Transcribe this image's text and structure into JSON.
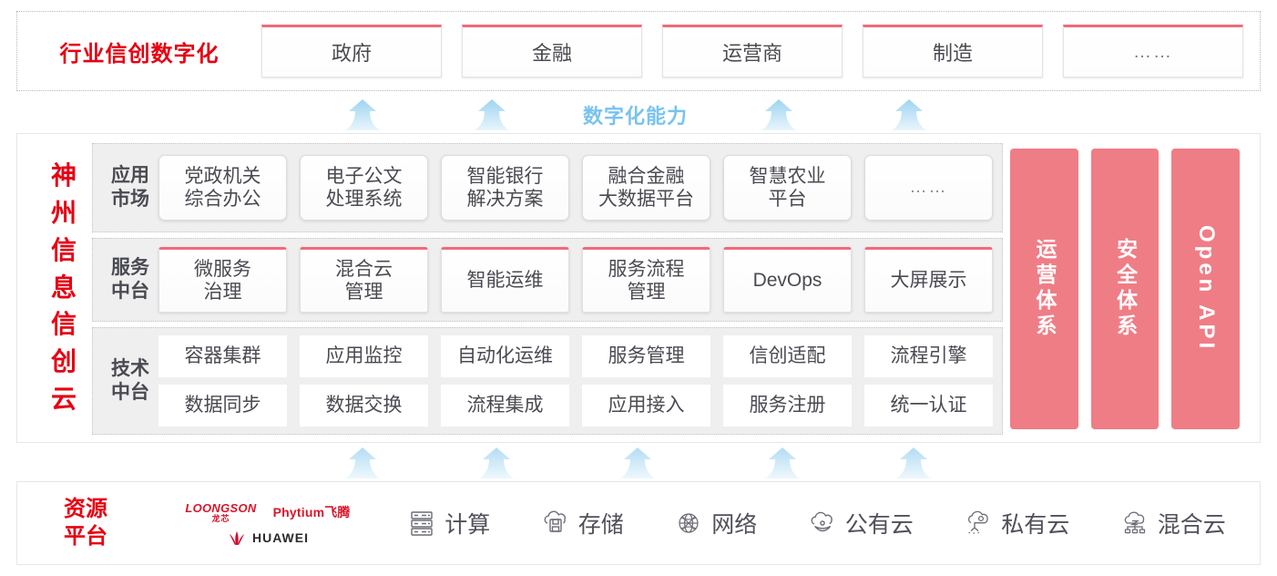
{
  "industry": {
    "title": "行业信创数字化",
    "cards": [
      {
        "label": "政府"
      },
      {
        "label": "金融"
      },
      {
        "label": "运营商"
      },
      {
        "label": "制造"
      },
      {
        "label": "……"
      }
    ]
  },
  "capability": {
    "label": "数字化能力",
    "arrow_count": 4,
    "arrow_color": "#bfe2f6"
  },
  "cloud": {
    "side_title": "神州信息信创云",
    "side_chars": [
      "神",
      "州",
      "信",
      "息",
      "信",
      "创",
      "云"
    ],
    "rows": [
      {
        "label": "应用市场",
        "label_lines": [
          "应用",
          "市场"
        ],
        "style": "app",
        "cells": [
          {
            "lines": [
              "党政机关",
              "综合办公"
            ]
          },
          {
            "lines": [
              "电子公文",
              "处理系统"
            ]
          },
          {
            "lines": [
              "智能银行",
              "解决方案"
            ]
          },
          {
            "lines": [
              "融合金融",
              "大数据平台"
            ]
          },
          {
            "lines": [
              "智慧农业",
              "平台"
            ]
          },
          {
            "lines": [
              "……"
            ],
            "dots": true
          }
        ]
      },
      {
        "label": "服务中台",
        "label_lines": [
          "服务",
          "中台"
        ],
        "style": "svc",
        "cells": [
          {
            "lines": [
              "微服务",
              "治理"
            ]
          },
          {
            "lines": [
              "混合云",
              "管理"
            ]
          },
          {
            "lines": [
              "智能运维"
            ]
          },
          {
            "lines": [
              "服务流程",
              "管理"
            ]
          },
          {
            "lines": [
              "DevOps"
            ]
          },
          {
            "lines": [
              "大屏展示"
            ]
          }
        ]
      },
      {
        "label": "技术中台",
        "label_lines": [
          "技术",
          "中台"
        ],
        "style": "tech",
        "cells_top": [
          {
            "lines": [
              "容器集群"
            ]
          },
          {
            "lines": [
              "应用监控"
            ]
          },
          {
            "lines": [
              "自动化运维"
            ]
          },
          {
            "lines": [
              "服务管理"
            ]
          },
          {
            "lines": [
              "信创适配"
            ]
          },
          {
            "lines": [
              "流程引擎"
            ]
          }
        ],
        "cells_bottom": [
          {
            "lines": [
              "数据同步"
            ]
          },
          {
            "lines": [
              "数据交换"
            ]
          },
          {
            "lines": [
              "流程集成"
            ]
          },
          {
            "lines": [
              "应用接入"
            ]
          },
          {
            "lines": [
              "服务注册"
            ]
          },
          {
            "lines": [
              "统一认证"
            ]
          }
        ]
      }
    ],
    "pillars": [
      {
        "text": "运营体系",
        "latin": false
      },
      {
        "text": "安全体系",
        "latin": false
      },
      {
        "text": "Open API",
        "latin": true
      }
    ],
    "pillar_color": "#ef7d86"
  },
  "resource_arrows": {
    "arrow_count": 5,
    "arrow_color": "#d3e9f8"
  },
  "resource": {
    "title": "资源平台",
    "title_lines": [
      "资源",
      "平台"
    ],
    "vendors": [
      {
        "name_en": "LOONGSON",
        "name_cn": "龙芯",
        "icon": "loongson-logo"
      },
      {
        "name_en": "Phytium飞腾",
        "icon": "phytium-logo"
      },
      {
        "name_en": "HUAWEI",
        "icon": "huawei-logo"
      }
    ],
    "items": [
      {
        "label": "计算",
        "icon": "server-rack-icon"
      },
      {
        "label": "存储",
        "icon": "cloud-storage-icon"
      },
      {
        "label": "网络",
        "icon": "network-mesh-icon"
      },
      {
        "label": "公有云",
        "icon": "public-cloud-icon"
      },
      {
        "label": "私有云",
        "icon": "private-cloud-icon"
      },
      {
        "label": "混合云",
        "icon": "hybrid-cloud-icon"
      }
    ]
  },
  "colors": {
    "brand_red": "#e60012",
    "pink": "#ef7d86",
    "pink_border": "#ef6a7b",
    "arrow_blue": "#bfe2f6",
    "text": "#4a4a52",
    "row_bg": "#efefef"
  }
}
